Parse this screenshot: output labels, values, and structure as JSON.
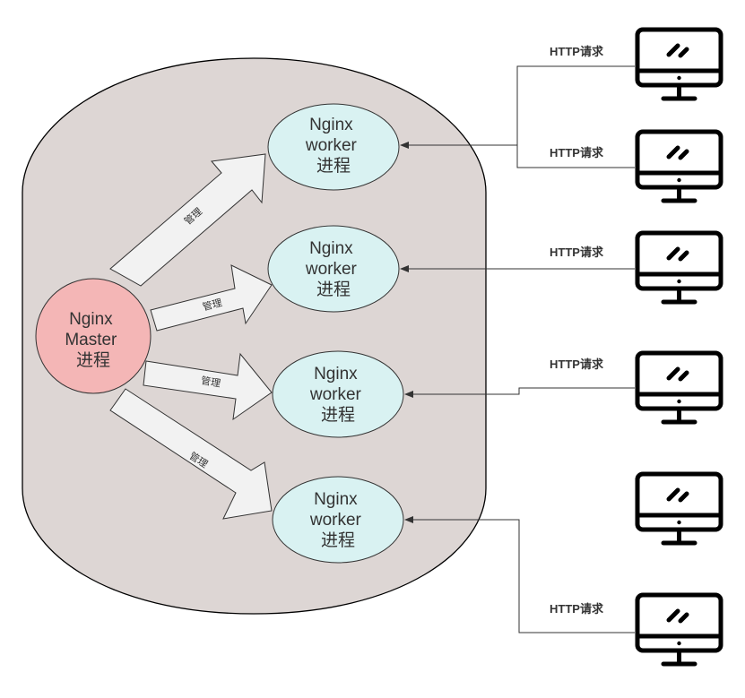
{
  "master": {
    "lines": [
      "Nginx",
      "Master",
      "进程"
    ],
    "fill": "#f4b6b6"
  },
  "workers": [
    {
      "lines": [
        "Nginx",
        "worker",
        "进程"
      ]
    },
    {
      "lines": [
        "Nginx",
        "worker",
        "进程"
      ]
    },
    {
      "lines": [
        "Nginx",
        "worker",
        "进程"
      ]
    },
    {
      "lines": [
        "Nginx",
        "worker",
        "进程"
      ]
    }
  ],
  "worker_fill": "#d9f2f2",
  "container_fill": "#ddd6d4",
  "manage_arrows": [
    {
      "label": "管理"
    },
    {
      "label": "管理"
    },
    {
      "label": "管理"
    },
    {
      "label": "管理"
    }
  ],
  "http_requests": [
    {
      "label": "HTTP请求"
    },
    {
      "label": "HTTP请求"
    },
    {
      "label": "HTTP请求"
    },
    {
      "label": "HTTP请求"
    },
    {
      "label": "HTTP请求"
    }
  ],
  "client_icon": "monitor-icon",
  "client_count": 6
}
